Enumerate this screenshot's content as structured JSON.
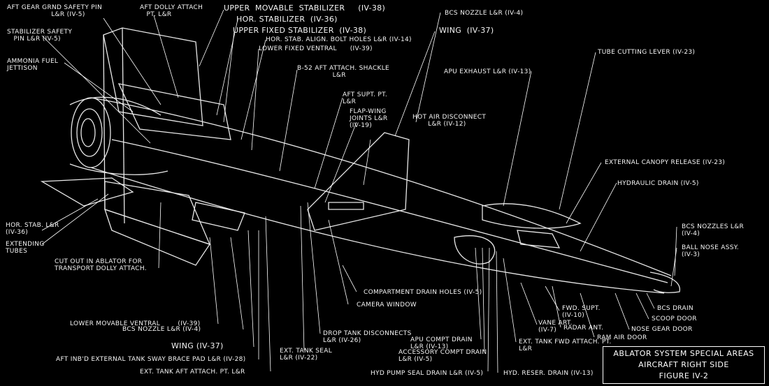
{
  "labels": {
    "aft_gear_pin": "AFT GEAR GRND SAFETY PIN\n                    L&R (IV-5)",
    "aft_dolly_attach": "AFT DOLLY ATTACH\n   PT. L&R",
    "upper_movable_stab": "UPPER  MOVABLE  STABILIZER     (IV-38)",
    "hor_stabilizer": "HOR. STABILIZER  (IV-36)",
    "upper_fixed_stab": "UPPER FIXED STABILIZER  (IV-38)",
    "hor_stab_align": "HOR. STAB. ALIGN. BOLT HOLES L&R (IV-14)",
    "lower_fixed_ventral": "LOWER FIXED VENTRAL      (IV-39)",
    "stab_safety_pin": "STABILIZER SAFETY\n   PIN L&R (IV-5)",
    "ammonia_fuel": "AMMONIA FUEL\nJETTISON",
    "b52_shackle": "B-52 AFT ATTACH. SHACKLE\n                L&R",
    "aft_supt": "AFT SUPT. PT.\nL&R",
    "flap_wing": "FLAP-WING\nJOINTS L&R\n(IV-19)",
    "bcs_nozzle_top": "BCS NOZZLE L&R (IV-4)",
    "wing_top": "WING  (IV-37)",
    "tube_cutting": "TUBE CUTTING LEVER (IV-23)",
    "apu_exhaust": "APU EXHAUST L&R (IV-13)",
    "hot_air": "HOT AIR DISCONNECT\n       L&R (IV-12)",
    "ext_canopy": "EXTERNAL CANOPY RELEASE (IV-23)",
    "hydraulic_drain": "HYDRAULIC DRAIN (IV-5)",
    "bcs_nozzles_right": "BCS NOZZLES L&R\n(IV-4)",
    "ball_nose": "BALL NOSE ASSY.\n(IV-3)",
    "hor_stab_left": "HOR. STAB. L&R\n(IV-36)",
    "extending_tubes": "EXTENDING\nTUBES",
    "cutout": "CUT OUT IN ABLATOR FOR\nTRANSPORT DOLLY ATTACH.",
    "compartment_drain": "COMPARTMENT DRAIN HOLES (IV-5)",
    "camera_window": "CAMERA WINDOW",
    "lower_movable_ventral": "LOWER MOVABLE VENTRAL        (IV-39)",
    "bcs_nozzle_bottom": "BCS NOZZLE L&R (IV-4)",
    "wing_bottom": "WING (IV-37)",
    "aft_inbd": "AFT INB'D EXTERNAL TANK SWAY BRACE PAD L&R (IV-28)",
    "ext_tank_aft": "EXT. TANK AFT ATTACH. PT. L&R",
    "ext_tank_seal": "EXT. TANK SEAL\nL&R (IV-22)",
    "drop_tank": "DROP TANK DISCONNECTS\nL&R (IV-26)",
    "apu_compt": "APU COMPT DRAIN\nL&R (IV-13)",
    "accessory_compt": "ACCESSORY COMPT DRAIN\nL&R (IV-5)",
    "hyd_pump": "HYD PUMP SEAL DRAIN L&R (IV-5)",
    "hyd_reser": "HYD. RESER. DRAIN (IV-13)",
    "ext_tank_fwd": "EXT. TANK FWD ATTACH. PT.\nL&R",
    "vane_art": "VANE ART.\n(IV-7)",
    "radar_ant": "RADAR ANT.",
    "fwd_supt": "FWD. SUPT.\n(IV-10)",
    "ram_air": "RAM AIR DOOR",
    "nose_gear": "NOSE GEAR DOOR",
    "scoop_door": "SCOOP DOOR",
    "bcs_drain": "BCS DRAIN"
  },
  "caption": {
    "line1": "ABLATOR SYSTEM SPECIAL AREAS",
    "line2": "AIRCRAFT RIGHT SIDE",
    "line3": "FIGURE IV-2"
  }
}
